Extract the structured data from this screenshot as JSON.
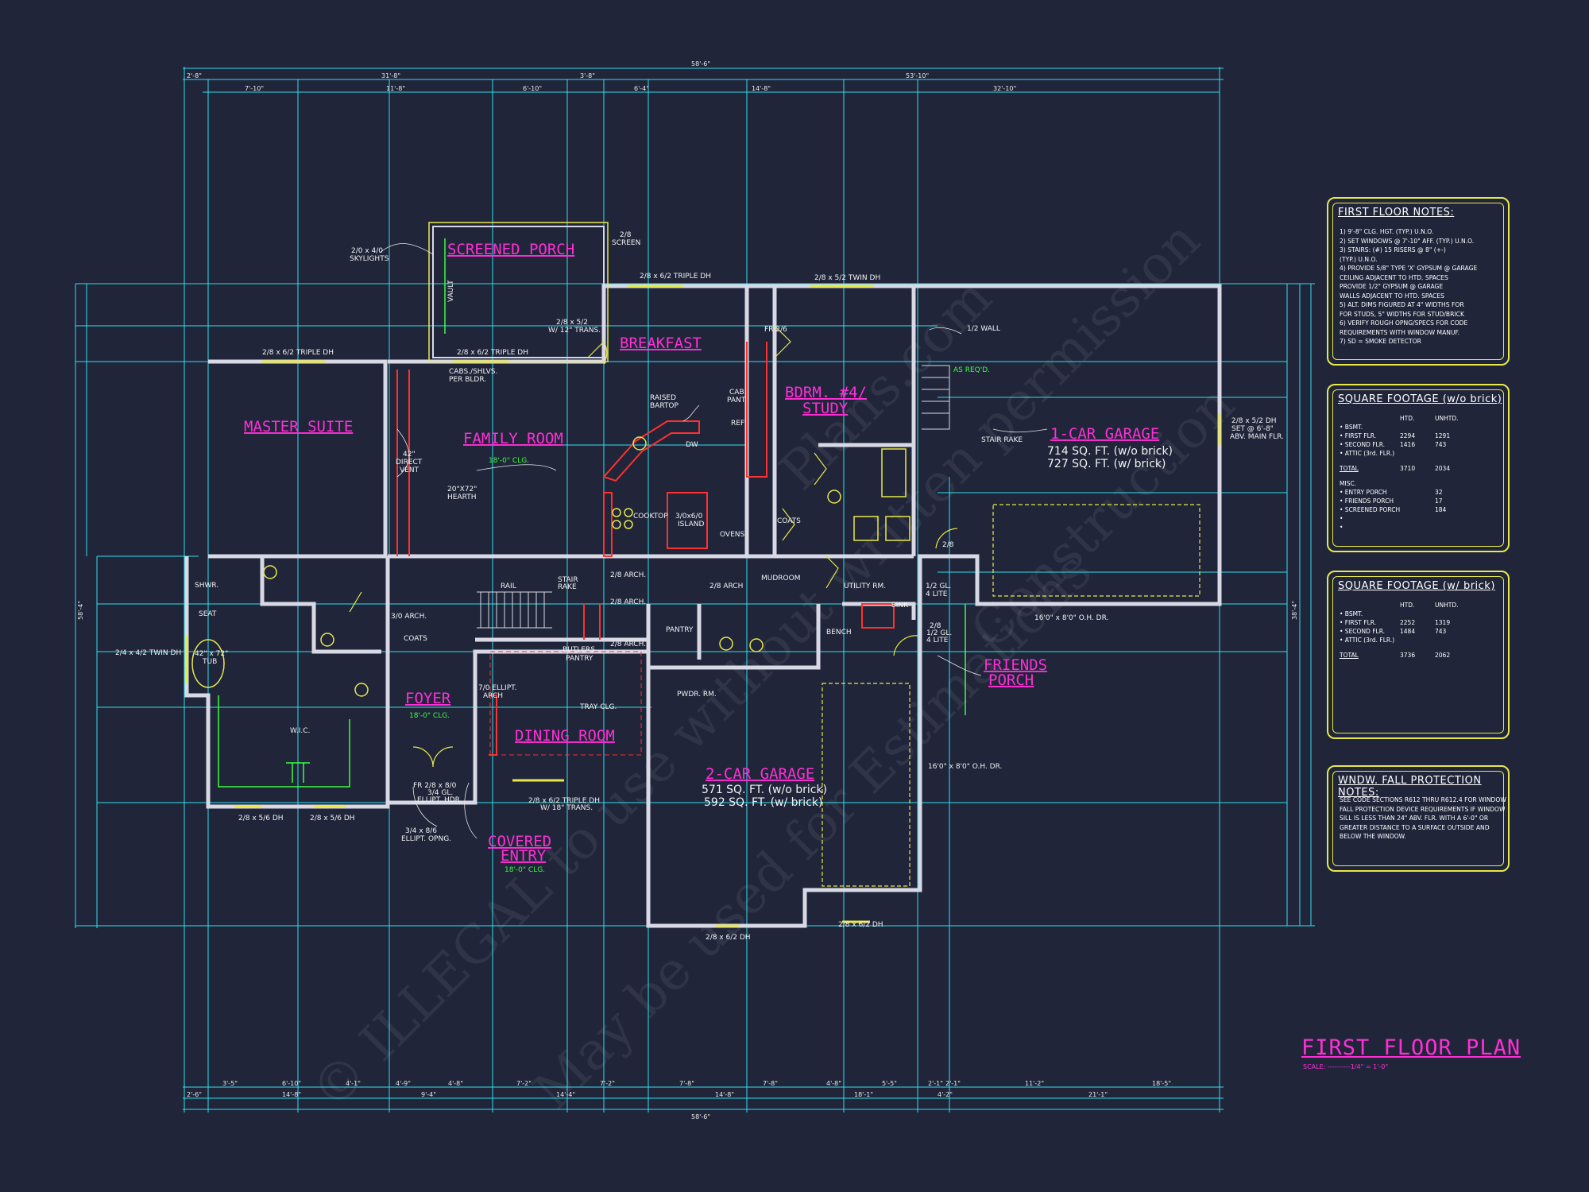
{
  "sheet": {
    "title": "FIRST FLOOR PLAN",
    "scale": "SCALE: ----------1/4\" = 1'-0\"",
    "watermark_lines": [
      "© ILLEGAL to use without written permission",
      "Plans.com",
      "May be used for Estimations",
      "Construction"
    ]
  },
  "rooms": {
    "screened_porch": "SCREENED PORCH",
    "breakfast": "BREAKFAST",
    "master_suite": "MASTER SUITE",
    "family_room": "FAMILY ROOM",
    "bdrm4": "BDRM. #4/",
    "study": "STUDY",
    "garage1": "1-CAR GARAGE",
    "garage1_sf_a": "714 SQ. FT. (w/o brick)",
    "garage1_sf_b": "727 SQ. FT. (w/ brick)",
    "garage2": "2-CAR GARAGE",
    "garage2_sf_a": "571 SQ. FT. (w/o brick)",
    "garage2_sf_b": "592 SQ. FT. (w/ brick)",
    "foyer": "FOYER",
    "dining": "DINING ROOM",
    "covered_entry_a": "COVERED",
    "covered_entry_b": "ENTRY",
    "friends_porch_a": "FRIENDS",
    "friends_porch_b": "PORCH"
  },
  "labels": {
    "skylights_a": "2/0 x 4/0",
    "skylights_b": "SKYLIGHTS",
    "screen_a": "2/8",
    "screen_b": "SCREEN",
    "vault": "VAULT",
    "triple_dh_top": "2/8 x 6/2 TRIPLE DH",
    "twin_dh_top": "2/8 x 5/2 TWIN DH",
    "triple_dh_master": "2/8 x 6/2 TRIPLE DH",
    "triple_dh_family": "2/8 x 6/2 TRIPLE DH",
    "trans_a": "2/8 x 5/2",
    "trans_b": "W/ 12\" TRANS.",
    "cabs_a": "CABS./SHLVS.",
    "cabs_b": "PER BLDR.",
    "raised_bartop_a": "RAISED",
    "raised_bartop_b": "BARTOP",
    "cab_pant_a": "CAB",
    "cab_pant_b": "PANT.",
    "ref": "REF",
    "dw": "DW",
    "cooktop": "COOKTOP",
    "island_a": "3/0x6/0",
    "island_b": "ISLAND",
    "ovens": "OVENS",
    "clg_family": "18'-0\" CLG.",
    "direct_vent_a": "42\"",
    "direct_vent_b": "DIRECT",
    "direct_vent_c": "VENT",
    "hearth_a": "20\"X72\"",
    "hearth_b": "HEARTH",
    "half_wall": "1/2 WALL",
    "fr26": "FR 2/6",
    "as_reqd": "AS REQ'D.",
    "stair_rake": "STAIR RAKE",
    "twin_dh_garage_a": "2/8 x 5/2 DH",
    "twin_dh_garage_b": "SET @ 6'-8\"",
    "twin_dh_garage_c": "ABV. MAIN FLR.",
    "coats": "COATS",
    "coats2": "COATS",
    "shwr": "SHWR.",
    "seat": "SEAT",
    "twin_dh_master": "2/4 x 4/2 TWIN DH",
    "tub_a": "42\" x 72\"",
    "tub_b": "TUB",
    "wic": "W.I.C.",
    "arch30": "3/0 ARCH.",
    "rail": "RAIL",
    "stair_rake2_a": "STAIR",
    "stair_rake2_b": "RAKE",
    "arch28a": "2/8 ARCH.",
    "arch28b": "2/8 ARCH.",
    "arch28c": "2/8 ARCH.",
    "arch28d": "2/8 ARCH",
    "pantry": "PANTRY",
    "butlers_a": "BUTLERS",
    "butlers_b": "PANTRY",
    "mudroom": "MUDROOM",
    "utility": "UTILITY RM.",
    "sink": "SINK",
    "bench": "BENCH",
    "pwdr": "PWDR. RM.",
    "ellipt_a": "7/0 ELLIPT.",
    "ellipt_b": "ARCH",
    "tray_clg": "TRAY CLG.",
    "clg_foyer": "18'-0\" CLG.",
    "clg_entry": "18'-0\" CLG.",
    "fr_door_a": "FR 2/8 x 8/0",
    "fr_door_b": "3/4 GL.",
    "fr_door_c": "ELLIPT. HDR.",
    "ellipt_opng_a": "3/4 x 8/6",
    "ellipt_opng_b": "ELLIPT. OPNG.",
    "dining_dh_a": "2/8 x 6/2 TRIPLE DH",
    "dining_dh_b": "W/ 18\" TRANS.",
    "master_dh1": "2/8 x 5/6 DH",
    "master_dh2": "2/8 x 5/6 DH",
    "garage_door1": "16'0\" x 8'0\" O.H. DR.",
    "garage_door2": "16'0\" x 8'0\" O.H. DR.",
    "garage_dh1": "2/8 x 6/2 DH",
    "garage_dh2": "2/8 x 6/2 DH",
    "gl_lite_a": "2/8",
    "gl_lite_b": "1/2 GL.",
    "gl_lite_c": "4 LITE",
    "gl_lite2_a": "2/8",
    "gl_lite2_b": "1/2 GL.",
    "gl_lite2_c": "4 LITE"
  },
  "dims_top_overall": "58'-6\"",
  "dims_top_row2": [
    "2'-8\"",
    "31'-8\"",
    "3'-8\"",
    "53'-10\""
  ],
  "dims_top_row3": [
    "7'-10\"",
    "11'-8\"",
    "6'-10\"",
    "6'-4\"",
    "14'-8\"",
    "32'-10\""
  ],
  "dims_bottom_overall": "58'-6\"",
  "dims_bottom_row2": [
    "2'-6\"",
    "14'-8\"",
    "9'-4\"",
    "14'-4\"",
    "14'-8\"",
    "18'-1\"",
    "4'-2\"",
    "21'-1\""
  ],
  "dims_bottom_row3": [
    "3'-5\"",
    "6'-10\"",
    "4'-1\"",
    "4'-9\"",
    "4'-8\"",
    "7'-2\"",
    "7'-2\"",
    "7'-8\"",
    "7'-8\"",
    "4'-8\"",
    "5'-5\"",
    "2'-1\"",
    "2'-1\"",
    "11'-2\"",
    "18'-5\""
  ],
  "dims_left_overall": "58'-4\"",
  "dims_right_overall": "38'-4\"",
  "panel_notes": {
    "title": "FIRST FLOOR NOTES:",
    "lines": [
      "1) 9'-8\" CLG. HGT. (TYP.) U.N.O.",
      "2) SET WINDOWS @ 7'-10\" AFF. (TYP.) U.N.O.",
      "3) STAIRS: (#) 15 RISERS @ 8\" (+-)",
      "    (TYP.) U.N.O.",
      "4) PROVIDE 5/8\" TYPE 'X' GYPSUM @ GARAGE",
      "    CEILING ADJACENT TO HTD. SPACES",
      "    PROVIDE 1/2\" GYPSUM @ GARAGE",
      "    WALLS ADJACENT TO HTD. SPACES",
      "5) ALT. DIMS FIGURED AT 4\" WIDTHS FOR",
      "    FOR STUDS, 5\" WIDTHS FOR STUD/BRICK",
      "",
      "6) VERIFY ROUGH OPNG/SPECS FOR CODE",
      "    REQUIREMENTS WITH WINDOW MANUF.",
      "7) SD = SMOKE DETECTOR"
    ]
  },
  "panel_sqft_wo": {
    "title": "SQUARE FOOTAGE (w/o brick)",
    "col_htd": "HTD.",
    "col_unhtd": "UNHTD.",
    "rows": [
      {
        "name": "• BSMT.",
        "htd": "",
        "unhtd": ""
      },
      {
        "name": "• FIRST FLR.",
        "htd": "2294",
        "unhtd": "1291"
      },
      {
        "name": "• SECOND FLR.",
        "htd": "1416",
        "unhtd": "743"
      },
      {
        "name": "• ATTIC (3rd. FLR.)",
        "htd": "",
        "unhtd": ""
      }
    ],
    "total": {
      "name": "TOTAL",
      "htd": "3710",
      "unhtd": "2034"
    },
    "misc_title": "MISC.",
    "misc": [
      {
        "name": "• ENTRY PORCH",
        "val": "32"
      },
      {
        "name": "• FRIENDS PORCH",
        "val": "17"
      },
      {
        "name": "• SCREENED PORCH",
        "val": "184"
      },
      {
        "name": "•",
        "val": ""
      },
      {
        "name": "•",
        "val": ""
      }
    ]
  },
  "panel_sqft_w": {
    "title": "SQUARE FOOTAGE (w/ brick)",
    "col_htd": "HTD.",
    "col_unhtd": "UNHTD.",
    "rows": [
      {
        "name": "• BSMT.",
        "htd": "",
        "unhtd": ""
      },
      {
        "name": "• FIRST FLR.",
        "htd": "2252",
        "unhtd": "1319"
      },
      {
        "name": "• SECOND FLR.",
        "htd": "1484",
        "unhtd": "743"
      },
      {
        "name": "• ATTIC (3rd. FLR.)",
        "htd": "",
        "unhtd": ""
      }
    ],
    "total": {
      "name": "TOTAL",
      "htd": "3736",
      "unhtd": "2062"
    }
  },
  "panel_wfp": {
    "title": "WNDW. FALL PROTECTION NOTES:",
    "lines": [
      "SEE CODE SECTIONS R612 THRU R612.4 FOR WINDOW",
      "FALL PROTECTION DEVICE REQUIREMENTS IF WINDOW",
      "SILL IS LESS THAN 24\" ABV. FLR. WITH A 6'-0\" OR",
      "GREATER DISTANCE TO A SURFACE OUTSIDE AND",
      "BELOW THE WINDOW."
    ]
  }
}
